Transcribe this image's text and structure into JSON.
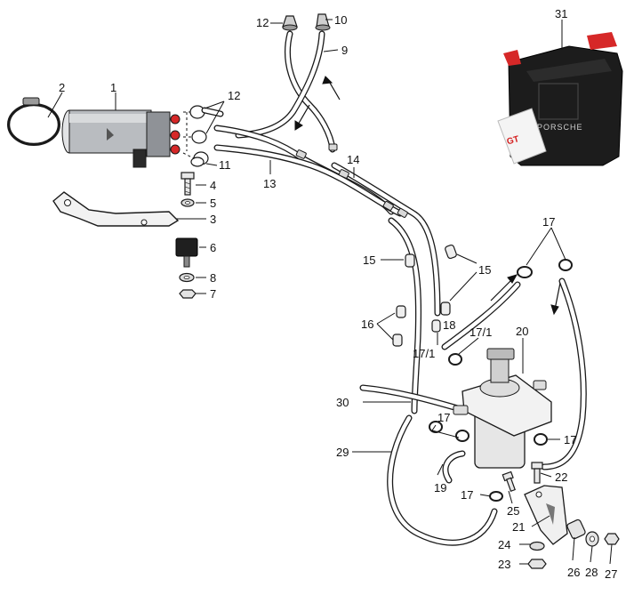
{
  "callouts": {
    "c1": "1",
    "c2": "2",
    "c3": "3",
    "c4": "4",
    "c5": "5",
    "c6": "6",
    "c7": "7",
    "c8": "8",
    "c9": "9",
    "c10": "10",
    "c11": "11",
    "c12a": "12",
    "c12b": "12",
    "c13": "13",
    "c14": "14",
    "c15a": "15",
    "c15b": "15",
    "c16": "16",
    "c17a": "17",
    "c17b": "17",
    "c17c": "17",
    "c17d": "17",
    "c17_1a": "17/1",
    "c17_1b": "17/1",
    "c18": "18",
    "c19": "19",
    "c20": "20",
    "c21": "21",
    "c22": "22",
    "c23": "23",
    "c24": "24",
    "c25": "25",
    "c26": "26",
    "c27": "27",
    "c28": "28",
    "c29": "29",
    "c30": "30",
    "c31": "31"
  },
  "canister_brand": "PORSCHE",
  "cloth_brand": "GT",
  "colors": {
    "line": "#1a1a1a",
    "pump": "#b9bcc0",
    "caps": "#d62828",
    "canister": "#1c1c1c"
  }
}
